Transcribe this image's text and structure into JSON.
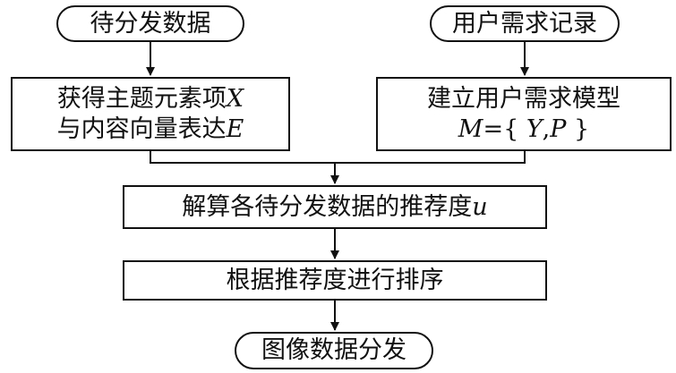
{
  "nodes": {
    "source_data": {
      "label": "待分发数据"
    },
    "user_records": {
      "label": "用户需求记录"
    },
    "extract": {
      "line1": "获得主题元素项",
      "line1_var": "X",
      "line2": "与内容向量表达",
      "line2_var": "E"
    },
    "model": {
      "line1": "建立用户需求模型",
      "formula_prefix": "M",
      "formula_body": "={ ",
      "formula_y": "Y",
      "formula_sep": ",",
      "formula_p": "P",
      "formula_close": " }"
    },
    "compute": {
      "label": "解算各待分发数据的推荐度",
      "var": "u"
    },
    "sort": {
      "label": "根据推荐度进行排序"
    },
    "distribute": {
      "label": "图像数据分发"
    }
  },
  "colors": {
    "stroke": "#111111",
    "background": "#ffffff"
  }
}
